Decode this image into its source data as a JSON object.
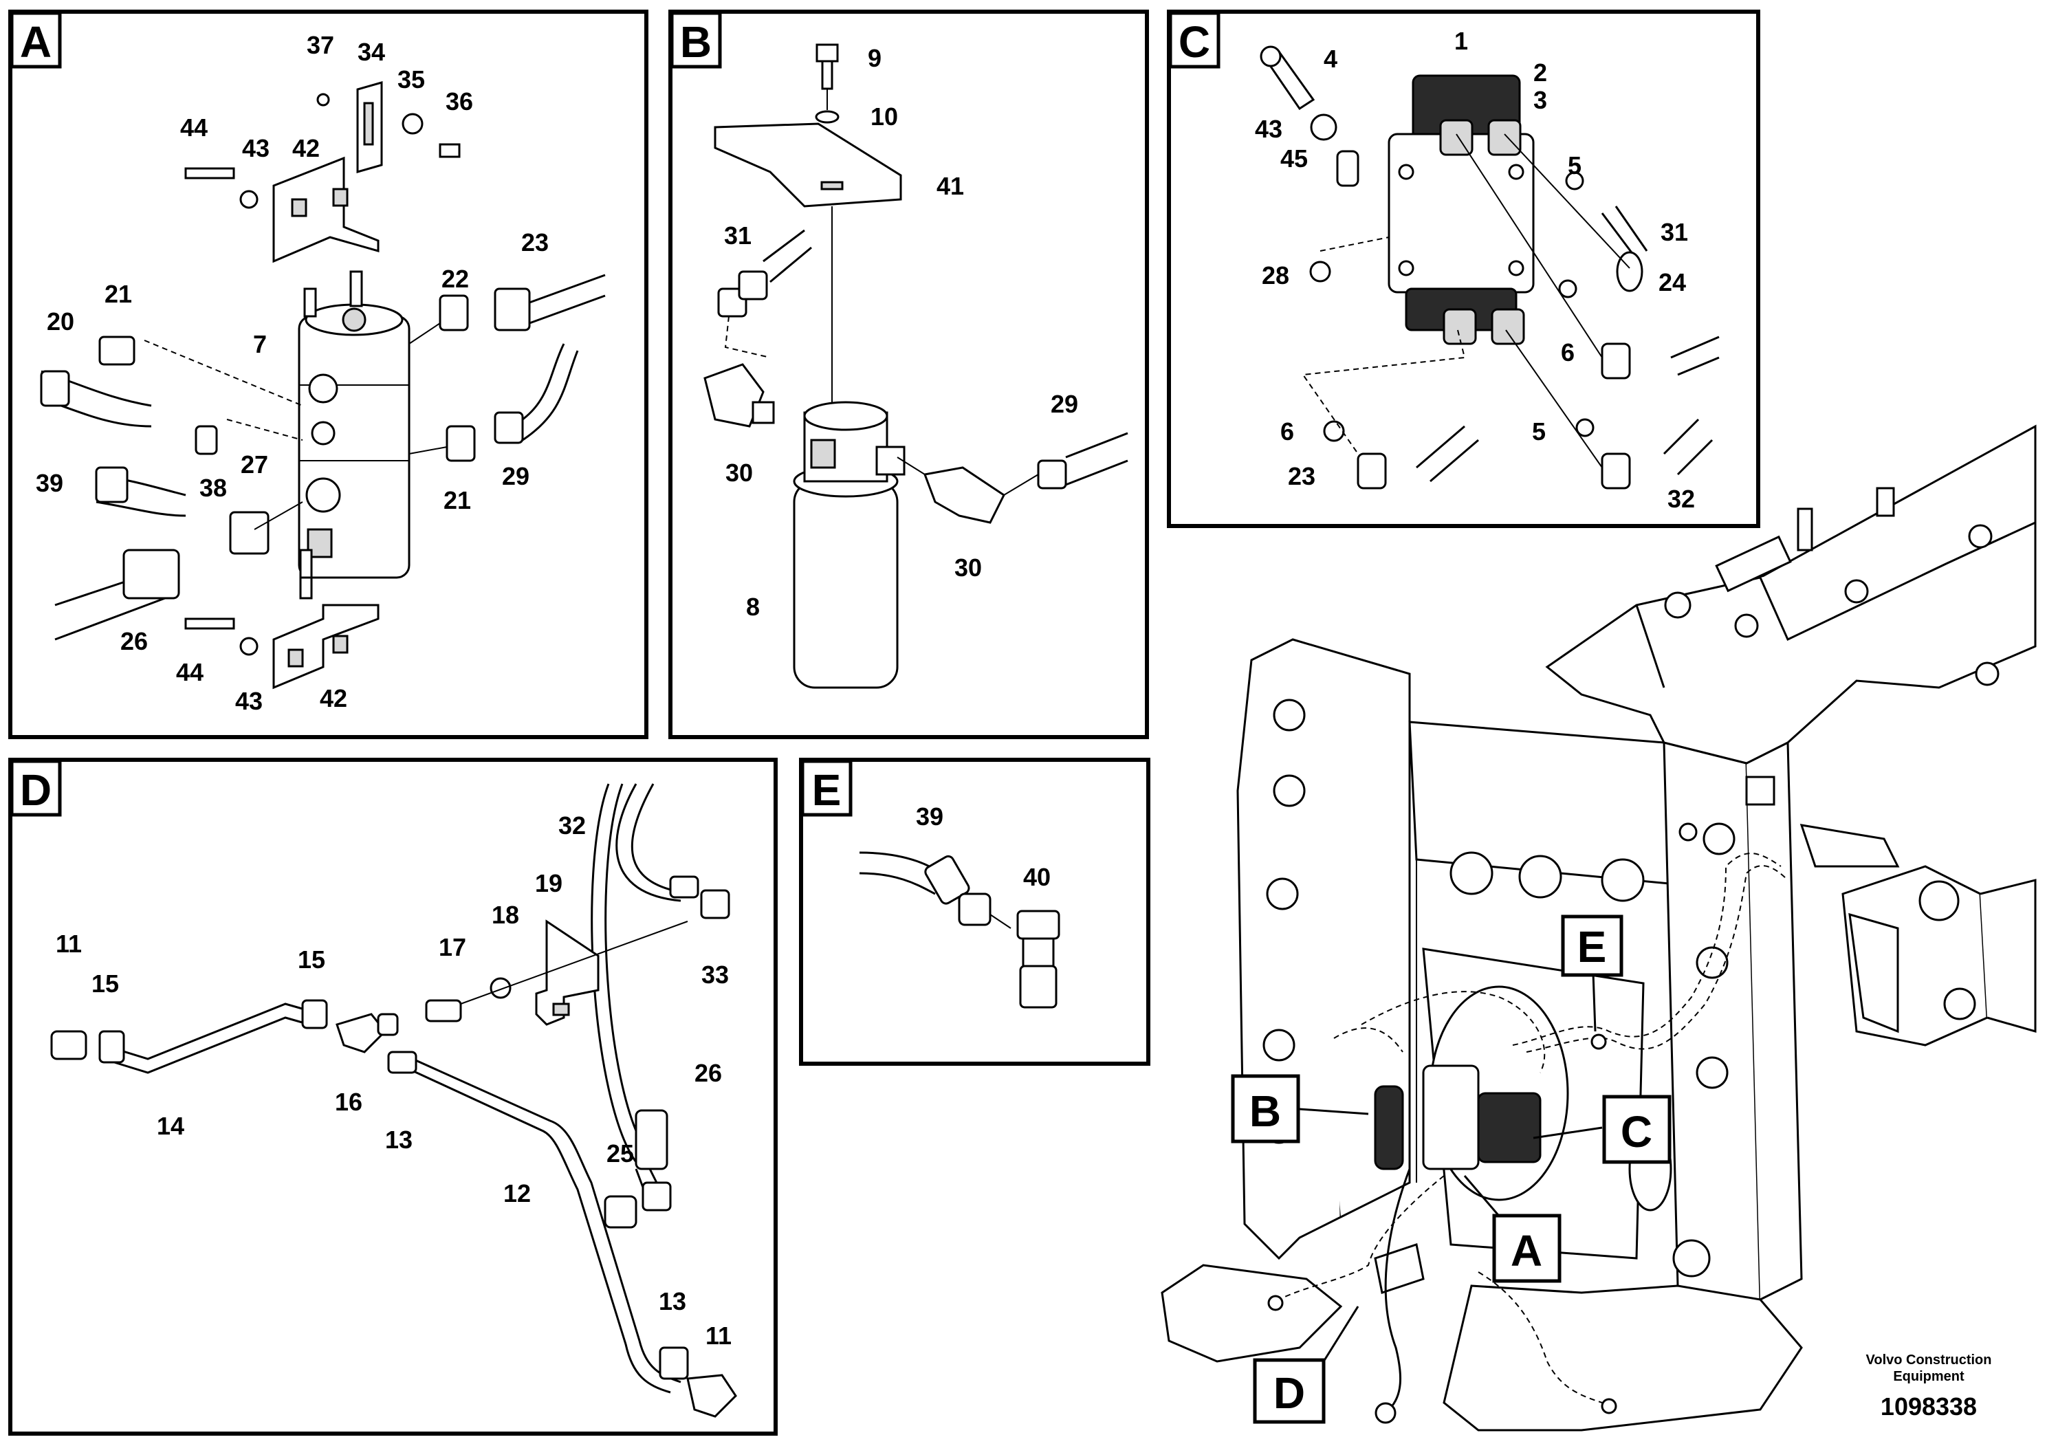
{
  "panels": [
    {
      "id": "A",
      "label": "A"
    },
    {
      "id": "B",
      "label": "B"
    },
    {
      "id": "C",
      "label": "C"
    },
    {
      "id": "D",
      "label": "D"
    },
    {
      "id": "E",
      "label": "E"
    }
  ],
  "overview_callouts": [
    "A",
    "B",
    "C",
    "D",
    "E"
  ],
  "parts": {
    "A": [
      "37",
      "34",
      "35",
      "36",
      "44",
      "43",
      "42",
      "23",
      "22",
      "21",
      "20",
      "7",
      "39",
      "38",
      "27",
      "21",
      "29",
      "26",
      "44",
      "43",
      "42"
    ],
    "B": [
      "9",
      "10",
      "41",
      "31",
      "29",
      "30",
      "30",
      "8"
    ],
    "C": [
      "1",
      "4",
      "2",
      "3",
      "43",
      "45",
      "5",
      "31",
      "28",
      "24",
      "6",
      "6",
      "5",
      "23",
      "32"
    ],
    "D": [
      "32",
      "19",
      "18",
      "17",
      "11",
      "15",
      "15",
      "33",
      "26",
      "16",
      "14",
      "13",
      "25",
      "12",
      "13",
      "11"
    ],
    "E": [
      "39",
      "40"
    ]
  },
  "footer": {
    "company_line1": "Volvo Construction",
    "company_line2": "Equipment",
    "drawing_number": "1098338"
  }
}
